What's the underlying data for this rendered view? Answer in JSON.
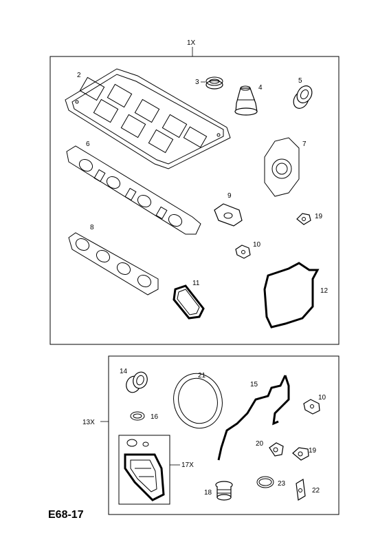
{
  "diagram_code": "E68-17",
  "kits": {
    "main_kit": "1X",
    "lower_kit": "13X",
    "sub_kit": "17X"
  },
  "callouts": {
    "p2": "2",
    "p3": "3",
    "p4": "4",
    "p5": "5",
    "p6": "6",
    "p7": "7",
    "p8": "8",
    "p9": "9",
    "p10": "10",
    "p11": "11",
    "p12": "12",
    "p19": "19",
    "p14": "14",
    "p21": "21",
    "p15": "15",
    "p10b": "10",
    "p16": "16",
    "p20": "20",
    "p19b": "19",
    "p18": "18",
    "p23": "23",
    "p22": "22"
  }
}
